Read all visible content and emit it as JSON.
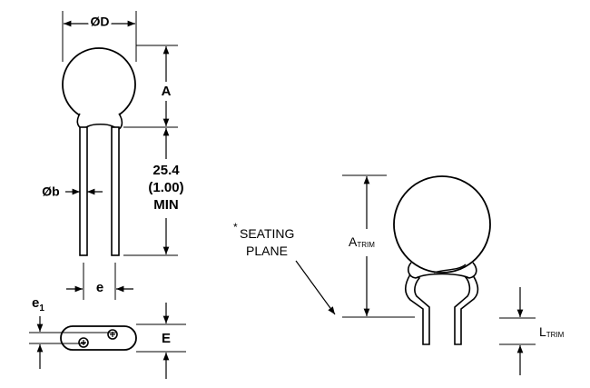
{
  "labels": {
    "diameter_d": "ØD",
    "height_a": "A",
    "lead_length_value": "25.4",
    "lead_length_inch": "(1.00)",
    "lead_length_min": "MIN",
    "lead_diameter_b": "Øb",
    "lead_spacing_e": "e",
    "offset_e1_letter": "e",
    "offset_e1_sub": "1",
    "thickness_e": "E",
    "seating_star": "*",
    "seating_line1": "SEATING",
    "seating_line2": "PLANE",
    "a_trim_letter": "A",
    "a_trim_sub": "TRIM",
    "l_trim_letter": "L",
    "l_trim_sub": "TRIM"
  }
}
